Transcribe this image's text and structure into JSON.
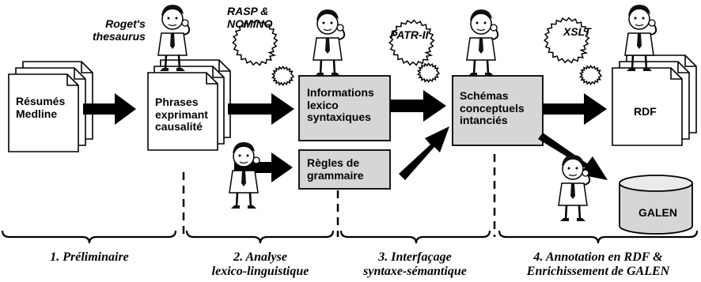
{
  "documents": {
    "medline": [
      "Résumés",
      "Medline"
    ],
    "phrases": [
      "Phrases",
      "exprimant",
      "causalité"
    ],
    "rdf": "RDF"
  },
  "boxes": {
    "informations": [
      "Informations",
      "lexico",
      "syntaxiques"
    ],
    "regles": [
      "Règles de",
      "grammaire"
    ],
    "schemas": [
      "Schémas",
      "conceptuels",
      "intanciés"
    ]
  },
  "database": {
    "label": "GALEN"
  },
  "tools": {
    "roget": [
      "Roget's",
      "thesaurus"
    ],
    "rasp": [
      "RASP &",
      "NOMINO"
    ],
    "patr": "PATR-II",
    "xslt": "XSLT"
  },
  "phases": [
    {
      "lines": [
        "1. Préliminaire"
      ]
    },
    {
      "lines": [
        "2. Analyse",
        "lexico-linguistique"
      ]
    },
    {
      "lines": [
        "3. Interfaçage",
        "syntaxe-sémantique"
      ]
    },
    {
      "lines": [
        "4. Annotation en RDF &",
        "Enrichissement de GALEN"
      ]
    }
  ],
  "colors": {
    "box_fill": "#d6d6d6",
    "stroke": "#000000",
    "gear_fill": "#ffffff"
  }
}
